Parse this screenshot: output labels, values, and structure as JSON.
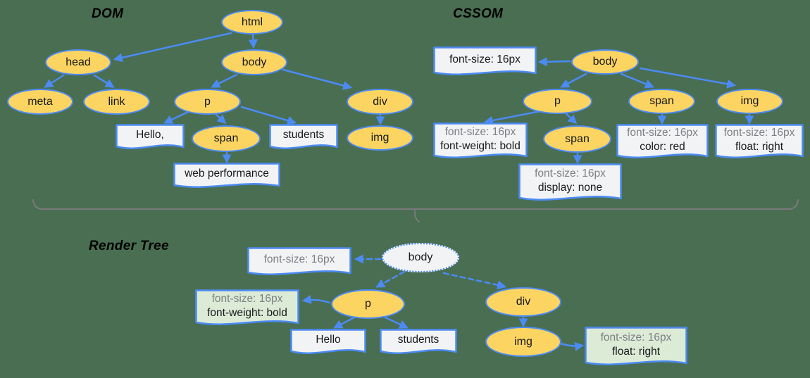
{
  "titles": {
    "dom": "DOM",
    "cssom": "CSSOM",
    "render": "Render Tree"
  },
  "dom": {
    "nodes": {
      "html": "html",
      "head": "head",
      "body": "body",
      "meta": "meta",
      "link": "link",
      "p": "p",
      "div": "div",
      "span": "span",
      "img": "img"
    },
    "texts": {
      "hello": "Hello,",
      "students": "students",
      "webperf": "web performance"
    }
  },
  "cssom": {
    "nodes": {
      "body": "body",
      "p": "p",
      "span": "span",
      "img": "img",
      "span_inner": "span"
    },
    "rules": {
      "body": {
        "line1": "font-size: 16px"
      },
      "p": {
        "line1": "font-size: 16px",
        "line2": "font-weight: bold"
      },
      "span": {
        "line1": "font-size: 16px",
        "line2": "color: red"
      },
      "img": {
        "line1": "font-size: 16px",
        "line2": "float: right"
      },
      "span_inner": {
        "line1": "font-size: 16px",
        "line2": "display: none"
      }
    }
  },
  "render": {
    "nodes": {
      "body": "body",
      "p": "p",
      "div": "div",
      "img": "img"
    },
    "texts": {
      "hello": "Hello",
      "students": "students"
    },
    "rules": {
      "body": {
        "line1": "font-size: 16px"
      },
      "p": {
        "line1": "font-size: 16px",
        "line2": "font-weight: bold"
      },
      "img": {
        "line1": "font-size: 16px",
        "line2": "float: right"
      }
    }
  },
  "colors": {
    "background": "#496E52",
    "node_fill": "#FCD462",
    "node_border": "#4C8BF4",
    "arrow": "#4C8BF4",
    "box_fill": "#F2F3F4",
    "box_green_fill": "#DCEBD6",
    "muted_text": "#7D8084",
    "text": "#16181A",
    "divider": "#7A7A7A"
  }
}
